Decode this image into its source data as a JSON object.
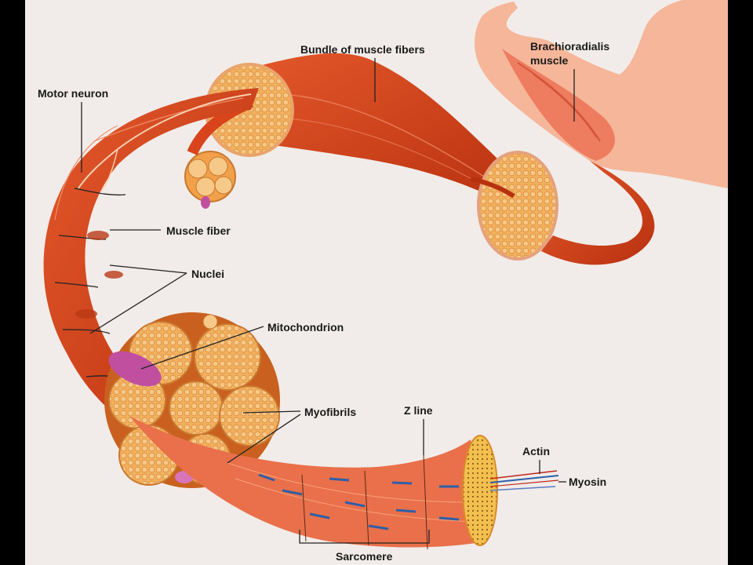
{
  "labels": {
    "motor_neuron": "Motor neuron",
    "bundle": "Bundle of muscle fibers",
    "brachio_1": "Brachioradialis",
    "brachio_2": "muscle",
    "muscle_fiber": "Muscle fiber",
    "nuclei": "Nuclei",
    "mitochondrion": "Mitochondrion",
    "myofibrils": "Myofibrils",
    "z_line": "Z line",
    "actin": "Actin",
    "myosin": "Myosin",
    "sarcomere": "Sarcomere"
  },
  "colors": {
    "background": "#f1ece9",
    "muscle_red": "#d9441c",
    "muscle_dark": "#b1300f",
    "fiber_orange": "#f2a04a",
    "skin": "#f6b69a",
    "mitochondrion": "#c04fa0",
    "myosin_blue": "#2f5fa8",
    "label_text": "#1a1a1a"
  },
  "icons": [
    "arm-illustration",
    "muscle-cross-section",
    "myofibril-cross-section"
  ]
}
